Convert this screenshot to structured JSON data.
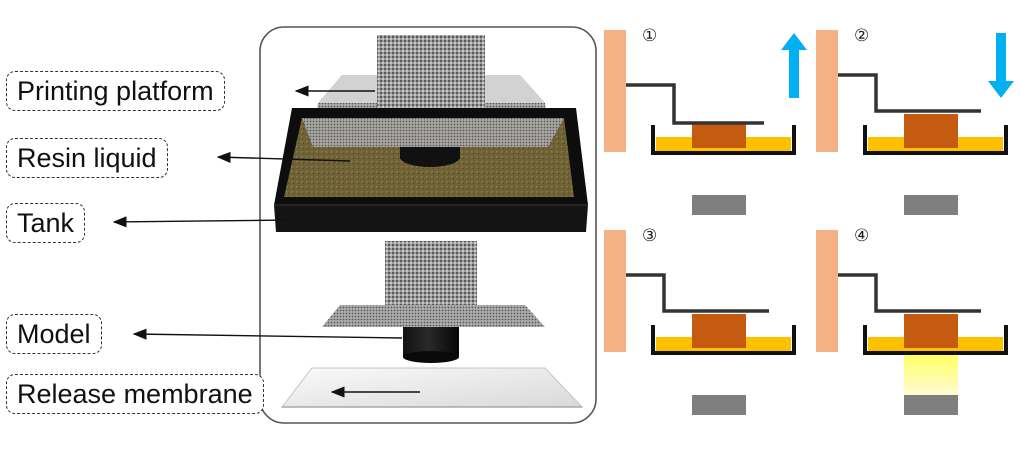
{
  "labels": {
    "printing_platform": "Printing platform",
    "resin_liquid": "Resin liquid",
    "tank": "Tank",
    "model": "Model",
    "release_membrane": "Release membrane"
  },
  "steps": [
    {
      "number": "①",
      "arrow": "up"
    },
    {
      "number": "②",
      "arrow": "down"
    },
    {
      "number": "③",
      "arrow": "none"
    },
    {
      "number": "④",
      "arrow": "none",
      "light": "on"
    }
  ],
  "colors": {
    "wall": "#F4B183",
    "resin": "#FFC000",
    "model": "#C55A11",
    "light_source": "#7F7F7F",
    "arrow": "#00B0F0",
    "tank": "#111111"
  }
}
